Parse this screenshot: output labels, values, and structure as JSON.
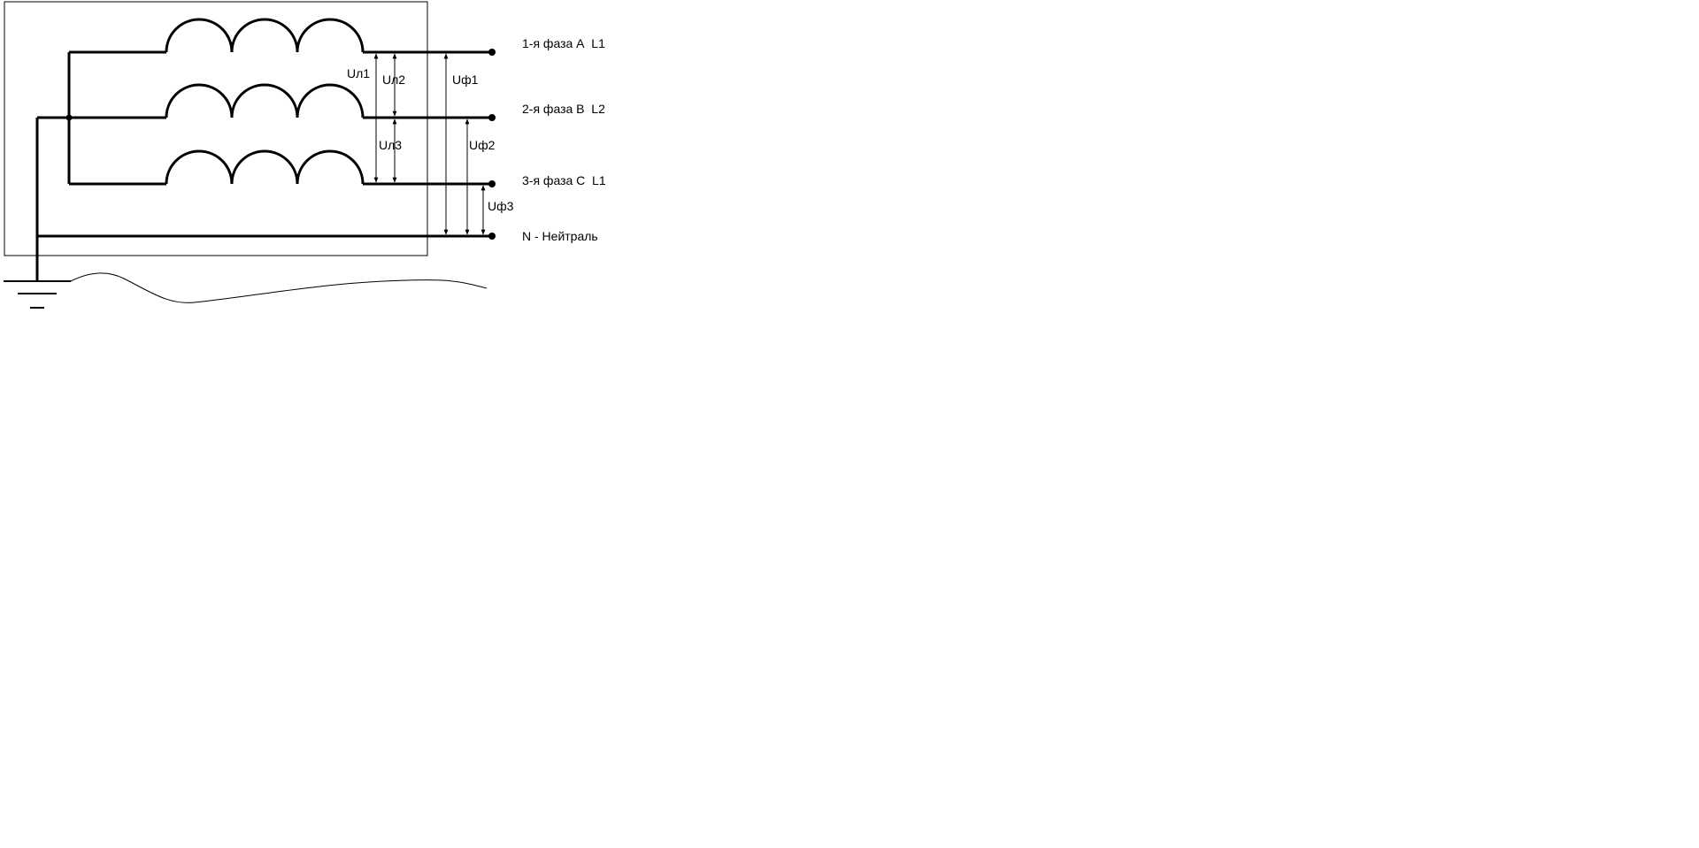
{
  "diagram": {
    "phases": [
      {
        "id": "L1",
        "label": "1-я фаза А  L1"
      },
      {
        "id": "L2",
        "label": "2-я фаза В  L2"
      },
      {
        "id": "L3",
        "label": "3-я фаза С  L1"
      }
    ],
    "neutral": {
      "label": "N - Нейтраль"
    },
    "line_voltages": [
      {
        "label": "Uл1"
      },
      {
        "label": "Uл2"
      },
      {
        "label": "Uл3"
      }
    ],
    "phase_voltages": [
      {
        "label": "Uф1"
      },
      {
        "label": "Uф2"
      },
      {
        "label": "Uф3"
      }
    ],
    "colors": {
      "line": "#000000",
      "background": "#ffffff"
    }
  }
}
